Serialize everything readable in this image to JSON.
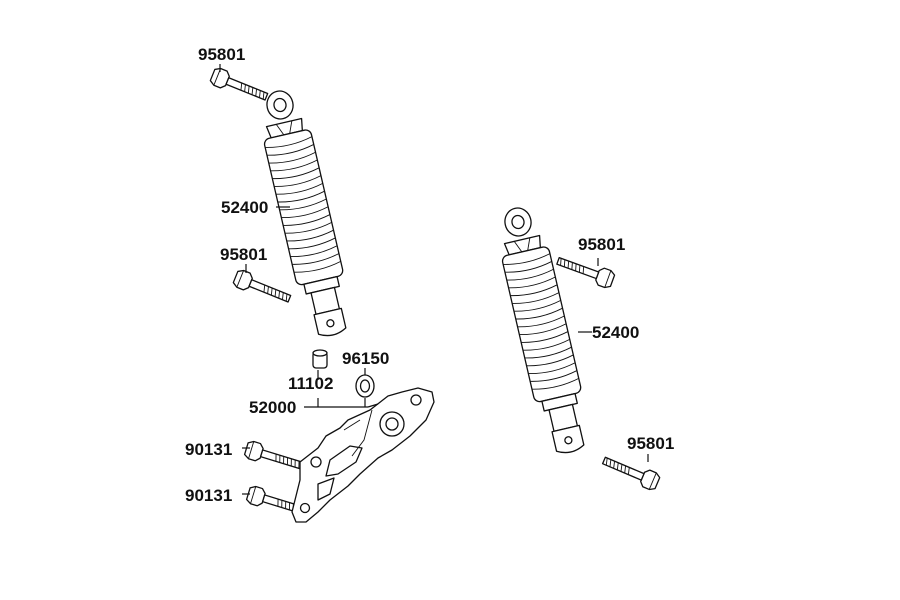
{
  "labels": {
    "bolt_upper_left": "95801",
    "shock_left": "52400",
    "bolt_mid_left": "95801",
    "collar": "11102",
    "seal": "96150",
    "bracket": "52000",
    "bolt_bracket_upper": "90131",
    "bolt_bracket_lower": "90131",
    "bolt_upper_right": "95801",
    "shock_right": "52400",
    "bolt_lower_right": "95801"
  }
}
